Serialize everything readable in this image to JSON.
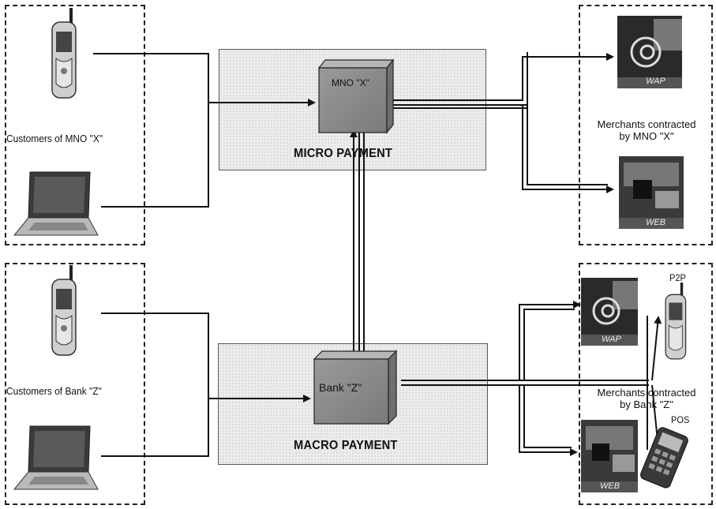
{
  "customer_groups": [
    {
      "label": "Customers of MNO \"X\""
    },
    {
      "label": "Customers of Bank \"Z\""
    }
  ],
  "panels": [
    {
      "label": "MICRO PAYMENT",
      "node_label": "MNO \"X\""
    },
    {
      "label": "MACRO PAYMENT",
      "node_label": "Bank \"Z\""
    }
  ],
  "merchant_groups": [
    {
      "label_line1": "Merchants contracted",
      "label_line2": "by MNO \"X\"",
      "channels": [
        "WAP",
        "WEB"
      ]
    },
    {
      "label_line1": "Merchants contracted",
      "label_line2": "by Bank \"Z\"",
      "channels": [
        "WAP",
        "WEB"
      ],
      "extra": [
        "P2P",
        "POS"
      ]
    }
  ],
  "icons": [
    "mobile-phone-icon",
    "laptop-icon",
    "wap-icon",
    "web-icon",
    "pos-terminal-icon"
  ]
}
